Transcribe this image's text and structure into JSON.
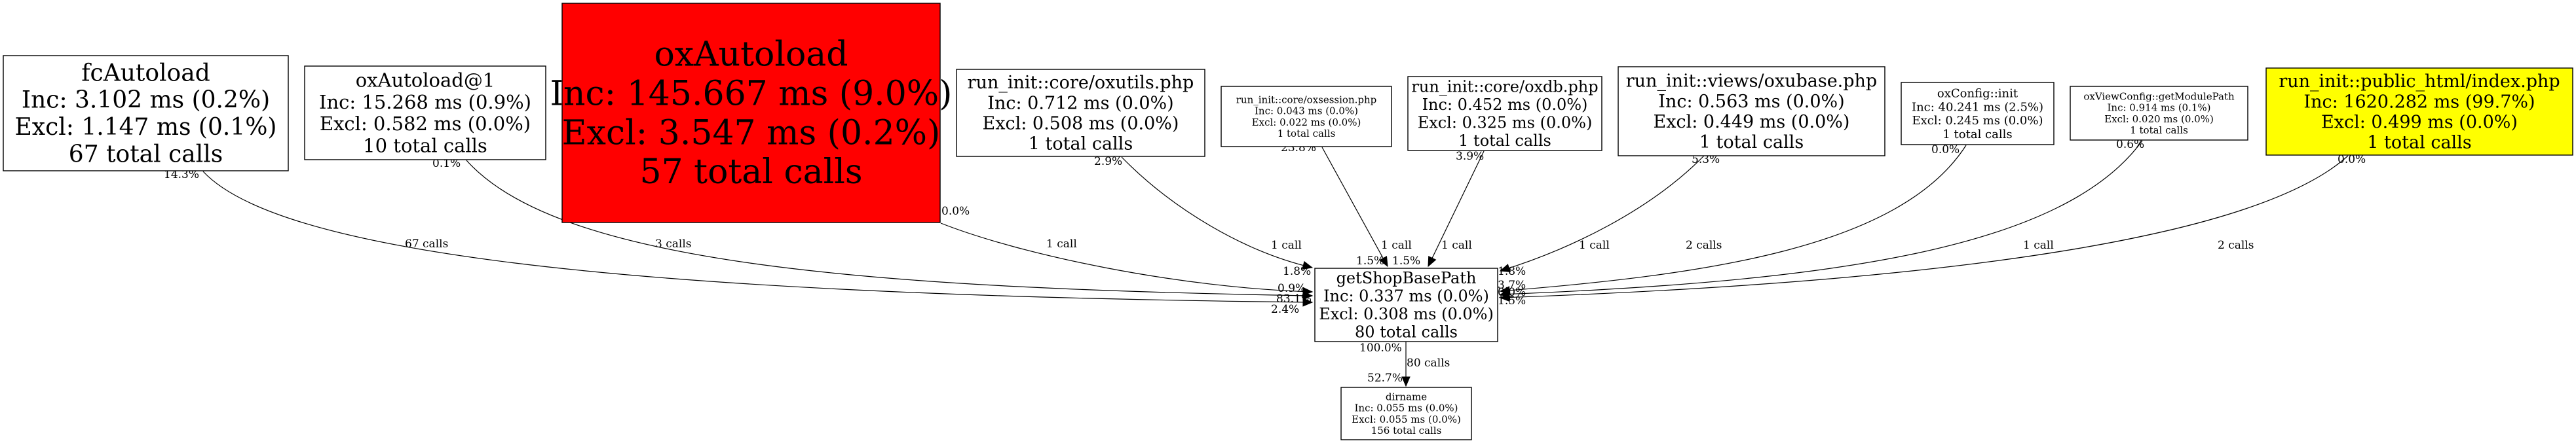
{
  "graph_title": "Call graph for getShopBasePath",
  "colors": {
    "hot": "#ff0000",
    "root": "#ffff00",
    "default": "#ffffff",
    "line": "#000000"
  },
  "nodes": [
    {
      "id": "fcAutoload",
      "name": "fcAutoload",
      "inc": "Inc: 3.102 ms (0.2%)",
      "excl": "Excl: 1.147 ms (0.1%)",
      "calls": "67 total calls",
      "fill": "default"
    },
    {
      "id": "oxAutoload1",
      "name": "oxAutoload@1",
      "inc": "Inc: 15.268 ms (0.9%)",
      "excl": "Excl: 0.582 ms (0.0%)",
      "calls": "10 total calls",
      "fill": "default"
    },
    {
      "id": "oxAutoload",
      "name": "oxAutoload",
      "inc": "Inc: 145.667 ms (9.0%)",
      "excl": "Excl: 3.547 ms (0.2%)",
      "calls": "57 total calls",
      "fill": "hot"
    },
    {
      "id": "oxutils",
      "name": "run_init::core/oxutils.php",
      "inc": "Inc: 0.712 ms (0.0%)",
      "excl": "Excl: 0.508 ms (0.0%)",
      "calls": "1 total calls",
      "fill": "default"
    },
    {
      "id": "oxsession",
      "name": "run_init::core/oxsession.php",
      "inc": "Inc: 0.043 ms (0.0%)",
      "excl": "Excl: 0.022 ms (0.0%)",
      "calls": "1 total calls",
      "fill": "default"
    },
    {
      "id": "oxdb",
      "name": "run_init::core/oxdb.php",
      "inc": "Inc: 0.452 ms (0.0%)",
      "excl": "Excl: 0.325 ms (0.0%)",
      "calls": "1 total calls",
      "fill": "default"
    },
    {
      "id": "oxubase",
      "name": "run_init::views/oxubase.php",
      "inc": "Inc: 0.563 ms (0.0%)",
      "excl": "Excl: 0.449 ms (0.0%)",
      "calls": "1 total calls",
      "fill": "default"
    },
    {
      "id": "oxConfigInit",
      "name": "oxConfig::init",
      "inc": "Inc: 40.241 ms (2.5%)",
      "excl": "Excl: 0.245 ms (0.0%)",
      "calls": "1 total calls",
      "fill": "default"
    },
    {
      "id": "getModulePath",
      "name": "oxViewConfig::getModulePath",
      "inc": "Inc: 0.914 ms (0.1%)",
      "excl": "Excl: 0.020 ms (0.0%)",
      "calls": "1 total calls",
      "fill": "default"
    },
    {
      "id": "index",
      "name": "run_init::public_html/index.php",
      "inc": "Inc: 1620.282 ms (99.7%)",
      "excl": "Excl: 0.499 ms (0.0%)",
      "calls": "1 total calls",
      "fill": "root"
    },
    {
      "id": "getShopBasePath",
      "name": "getShopBasePath",
      "inc": "Inc: 0.337 ms (0.0%)",
      "excl": "Excl: 0.308 ms (0.0%)",
      "calls": "80 total calls",
      "fill": "default"
    },
    {
      "id": "dirname",
      "name": "dirname",
      "inc": "Inc: 0.055 ms (0.0%)",
      "excl": "Excl: 0.055 ms (0.0%)",
      "calls": "156 total calls",
      "fill": "default"
    }
  ],
  "edges": [
    {
      "from": "fcAutoload",
      "to": "getShopBasePath",
      "calls": "67 calls",
      "tail_pct": "14.3%",
      "head_pct": "83.1%"
    },
    {
      "from": "oxAutoload1",
      "to": "getShopBasePath",
      "calls": "3 calls",
      "tail_pct": "0.1%",
      "head_pct": "2.4%"
    },
    {
      "from": "oxAutoload",
      "to": "getShopBasePath",
      "calls": "1 call",
      "tail_pct": "0.0%",
      "head_pct": "0.9%"
    },
    {
      "from": "oxutils",
      "to": "getShopBasePath",
      "calls": "1 call",
      "tail_pct": "2.9%",
      "head_pct": "1.8%"
    },
    {
      "from": "oxsession",
      "to": "getShopBasePath",
      "calls": "1 call",
      "tail_pct": "23.8%",
      "head_pct": "1.5%"
    },
    {
      "from": "oxdb",
      "to": "getShopBasePath",
      "calls": "1 call",
      "tail_pct": "3.9%",
      "head_pct": "1.5%"
    },
    {
      "from": "oxubase",
      "to": "getShopBasePath",
      "calls": "1 call",
      "tail_pct": "5.3%",
      "head_pct": "1.8%"
    },
    {
      "from": "oxConfigInit",
      "to": "getShopBasePath",
      "calls": "2 calls",
      "tail_pct": "0.0%",
      "head_pct": "3.7%"
    },
    {
      "from": "getModulePath",
      "to": "getShopBasePath",
      "calls": "1 call",
      "tail_pct": "0.6%",
      "head_pct": "0.0%"
    },
    {
      "from": "index",
      "to": "getShopBasePath",
      "calls": "2 calls",
      "tail_pct": "0.0%",
      "head_pct": "1.5%"
    },
    {
      "from": "getShopBasePath",
      "to": "dirname",
      "calls": "80 calls",
      "tail_pct": "100.0%",
      "head_pct": "52.7%"
    }
  ]
}
